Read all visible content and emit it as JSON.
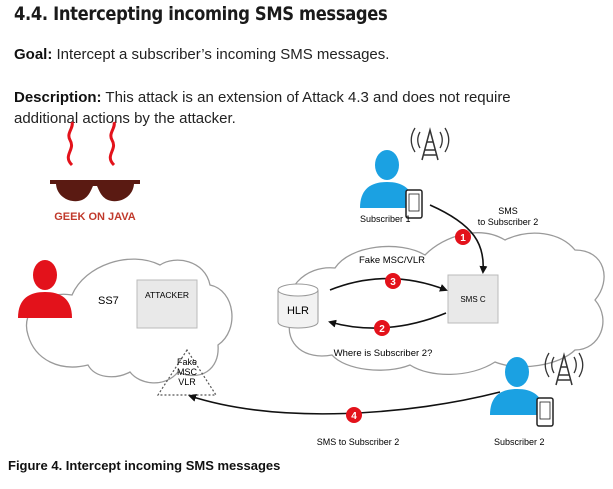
{
  "heading": "4.4. Intercepting incoming SMS messages",
  "goal": {
    "label": "Goal:",
    "text": " Intercept a subscriber’s incoming SMS messages."
  },
  "description": {
    "label": "Description:",
    "text": " This attack is an extension of Attack 4.3 and does not require additional actions by the attacker."
  },
  "logo": {
    "text": "GEEK ON JAVA",
    "color": "#c0392b"
  },
  "diagram": {
    "ss7_label": "SS7",
    "attacker_box": "ATTACKER",
    "fake_node_lines": [
      "Fake",
      "MSC",
      "VLR"
    ],
    "hlr_label": "HLR",
    "smsc_label": "SMS C",
    "subscriber1_label": "Subscriber 1",
    "subscriber2_label": "Subscriber 2",
    "sms_to_sub2_lines": [
      "SMS",
      "to Subscriber 2"
    ],
    "fake_msc_vlr": "Fake MSC/VLR",
    "where_is_sub2": "Where is Subscriber 2?",
    "sms_to_sub2_bottom": "SMS to Subscriber 2",
    "steps": [
      "1",
      "2",
      "3",
      "4"
    ],
    "colors": {
      "attacker": "#e3121b",
      "subscriber": "#1ba1e2",
      "step_badge": "#e3121b",
      "cloud_outline": "#9a9a9a"
    },
    "icons": [
      "antenna-tower-icon",
      "mobile-phone-icon",
      "database-icon",
      "person-icon"
    ]
  },
  "caption": "Figure 4. Intercept incoming SMS messages"
}
